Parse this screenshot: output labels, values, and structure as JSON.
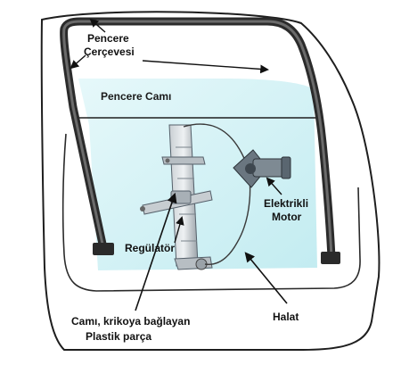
{
  "labels": {
    "frame_line1": "Pencere",
    "frame_line2": "Çerçevesi",
    "glass": "Pencere Camı",
    "motor_line1": "Elektrikli",
    "motor_line2": "Motor",
    "regulator": "Regülatör",
    "clip_line1": "Camı, krikoya  bağlayan",
    "clip_line2": "Plastik parça",
    "cable": "Halat"
  },
  "colors": {
    "outline": "#222222",
    "frame": "#3a3a3a",
    "glass": "#cfeff3",
    "rail": "#9aa2a8",
    "motor": "#5a6670"
  }
}
